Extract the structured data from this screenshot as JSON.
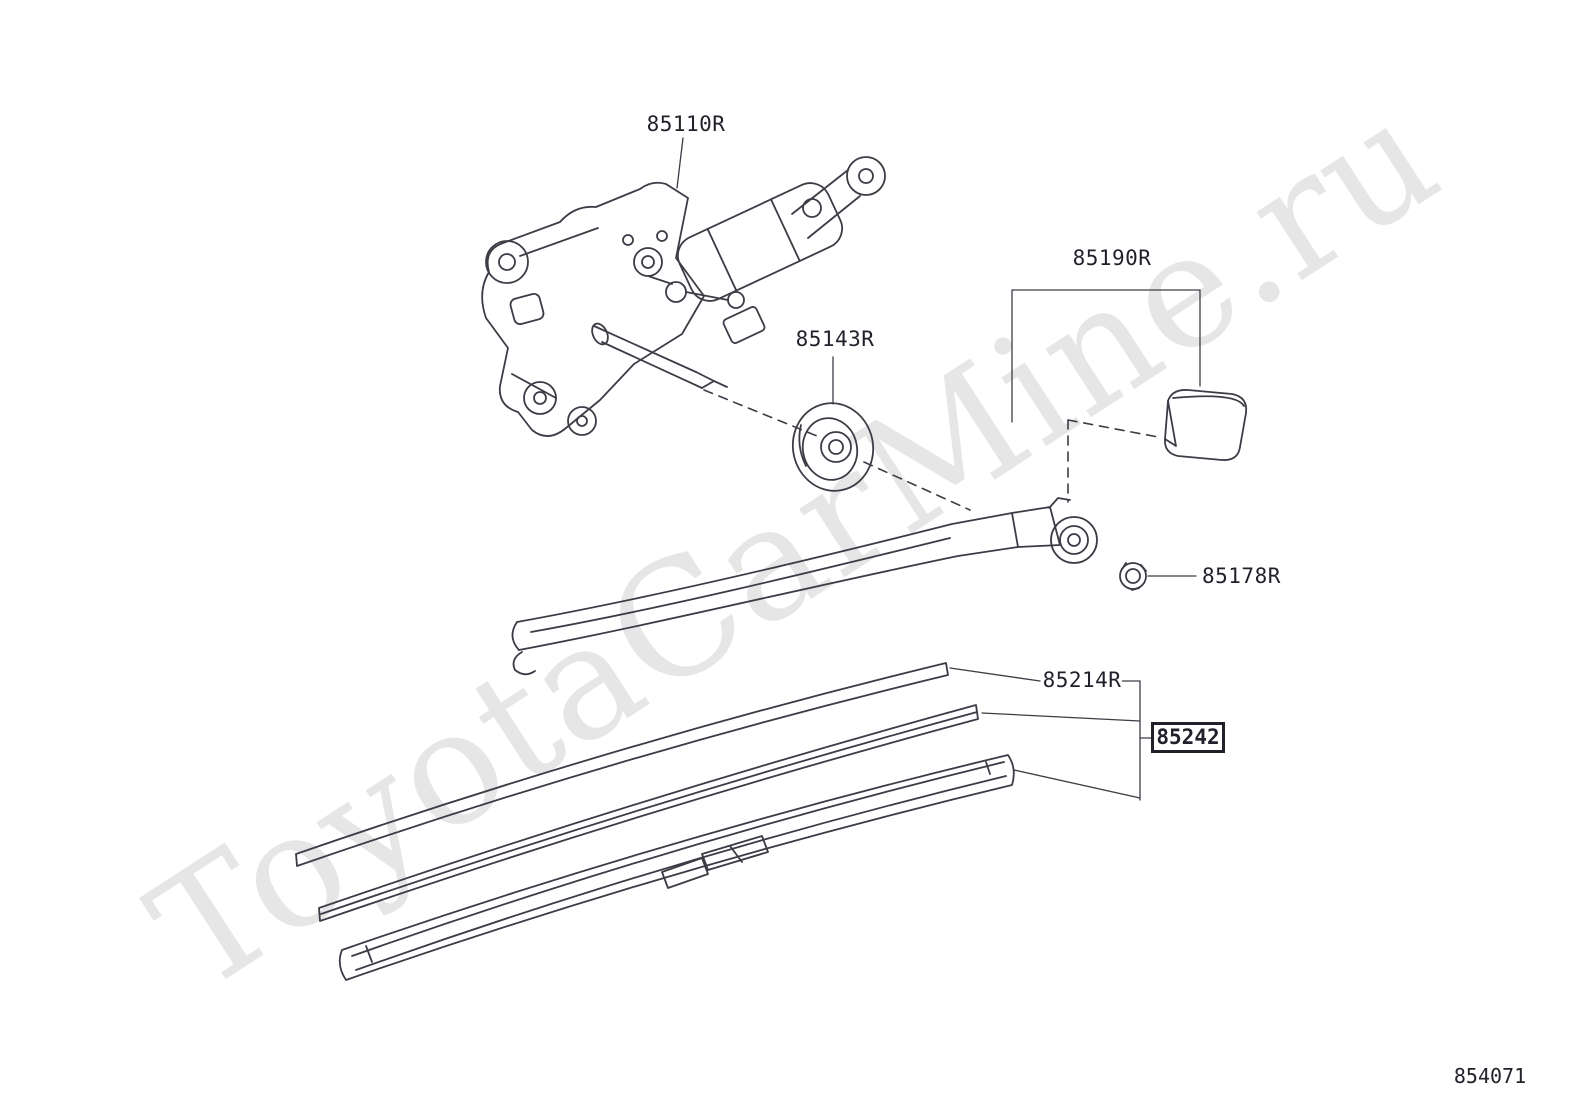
{
  "watermark": "ToyotaCarMine.ru",
  "figure_number": "854071",
  "parts": {
    "motor": {
      "label": "85110R"
    },
    "cover": {
      "label": "85190R"
    },
    "grommet": {
      "label": "85143R"
    },
    "nut": {
      "label": "85178R"
    },
    "rubber": {
      "label": "85214R"
    },
    "blade": {
      "label": "85242",
      "highlighted": true
    }
  },
  "colors": {
    "line": "#3c3c46",
    "label_text": "#21212b",
    "highlight_box_border": "#21212b",
    "watermark": "#e6e6e6",
    "background": "#ffffff"
  }
}
